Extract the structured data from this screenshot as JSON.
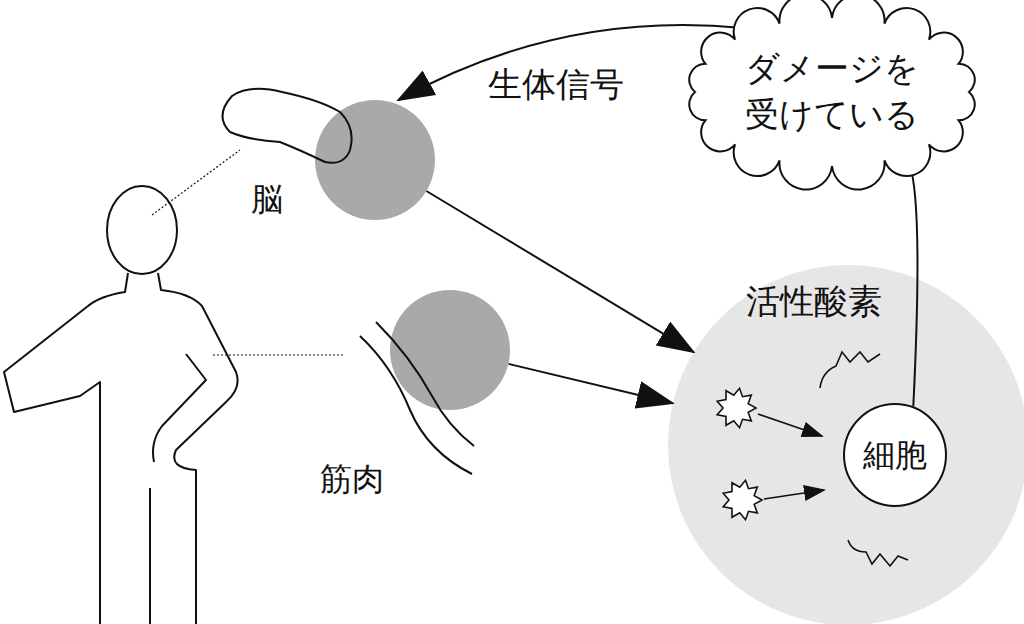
{
  "diagram": {
    "nodes": [
      {
        "text": [
          "脳"
        ]
      },
      {
        "text": [
          "筋肉"
        ]
      },
      {
        "text": [
          "活性酸素"
        ]
      },
      {
        "text": [
          "細胞"
        ],
        "in": 2
      },
      {
        "text": [
          "ダメージを 受けている"
        ]
      }
    ],
    "edges": [
      {
        "from": 0,
        "to": 2,
        "arrow": "to"
      },
      {
        "from": 1,
        "to": 2,
        "arrow": "to"
      },
      {
        "from": 3,
        "to": 4,
        "arrow": "none"
      },
      {
        "from": 4,
        "to": 0,
        "label": "生体信号",
        "arrow": "to"
      }
    ]
  }
}
